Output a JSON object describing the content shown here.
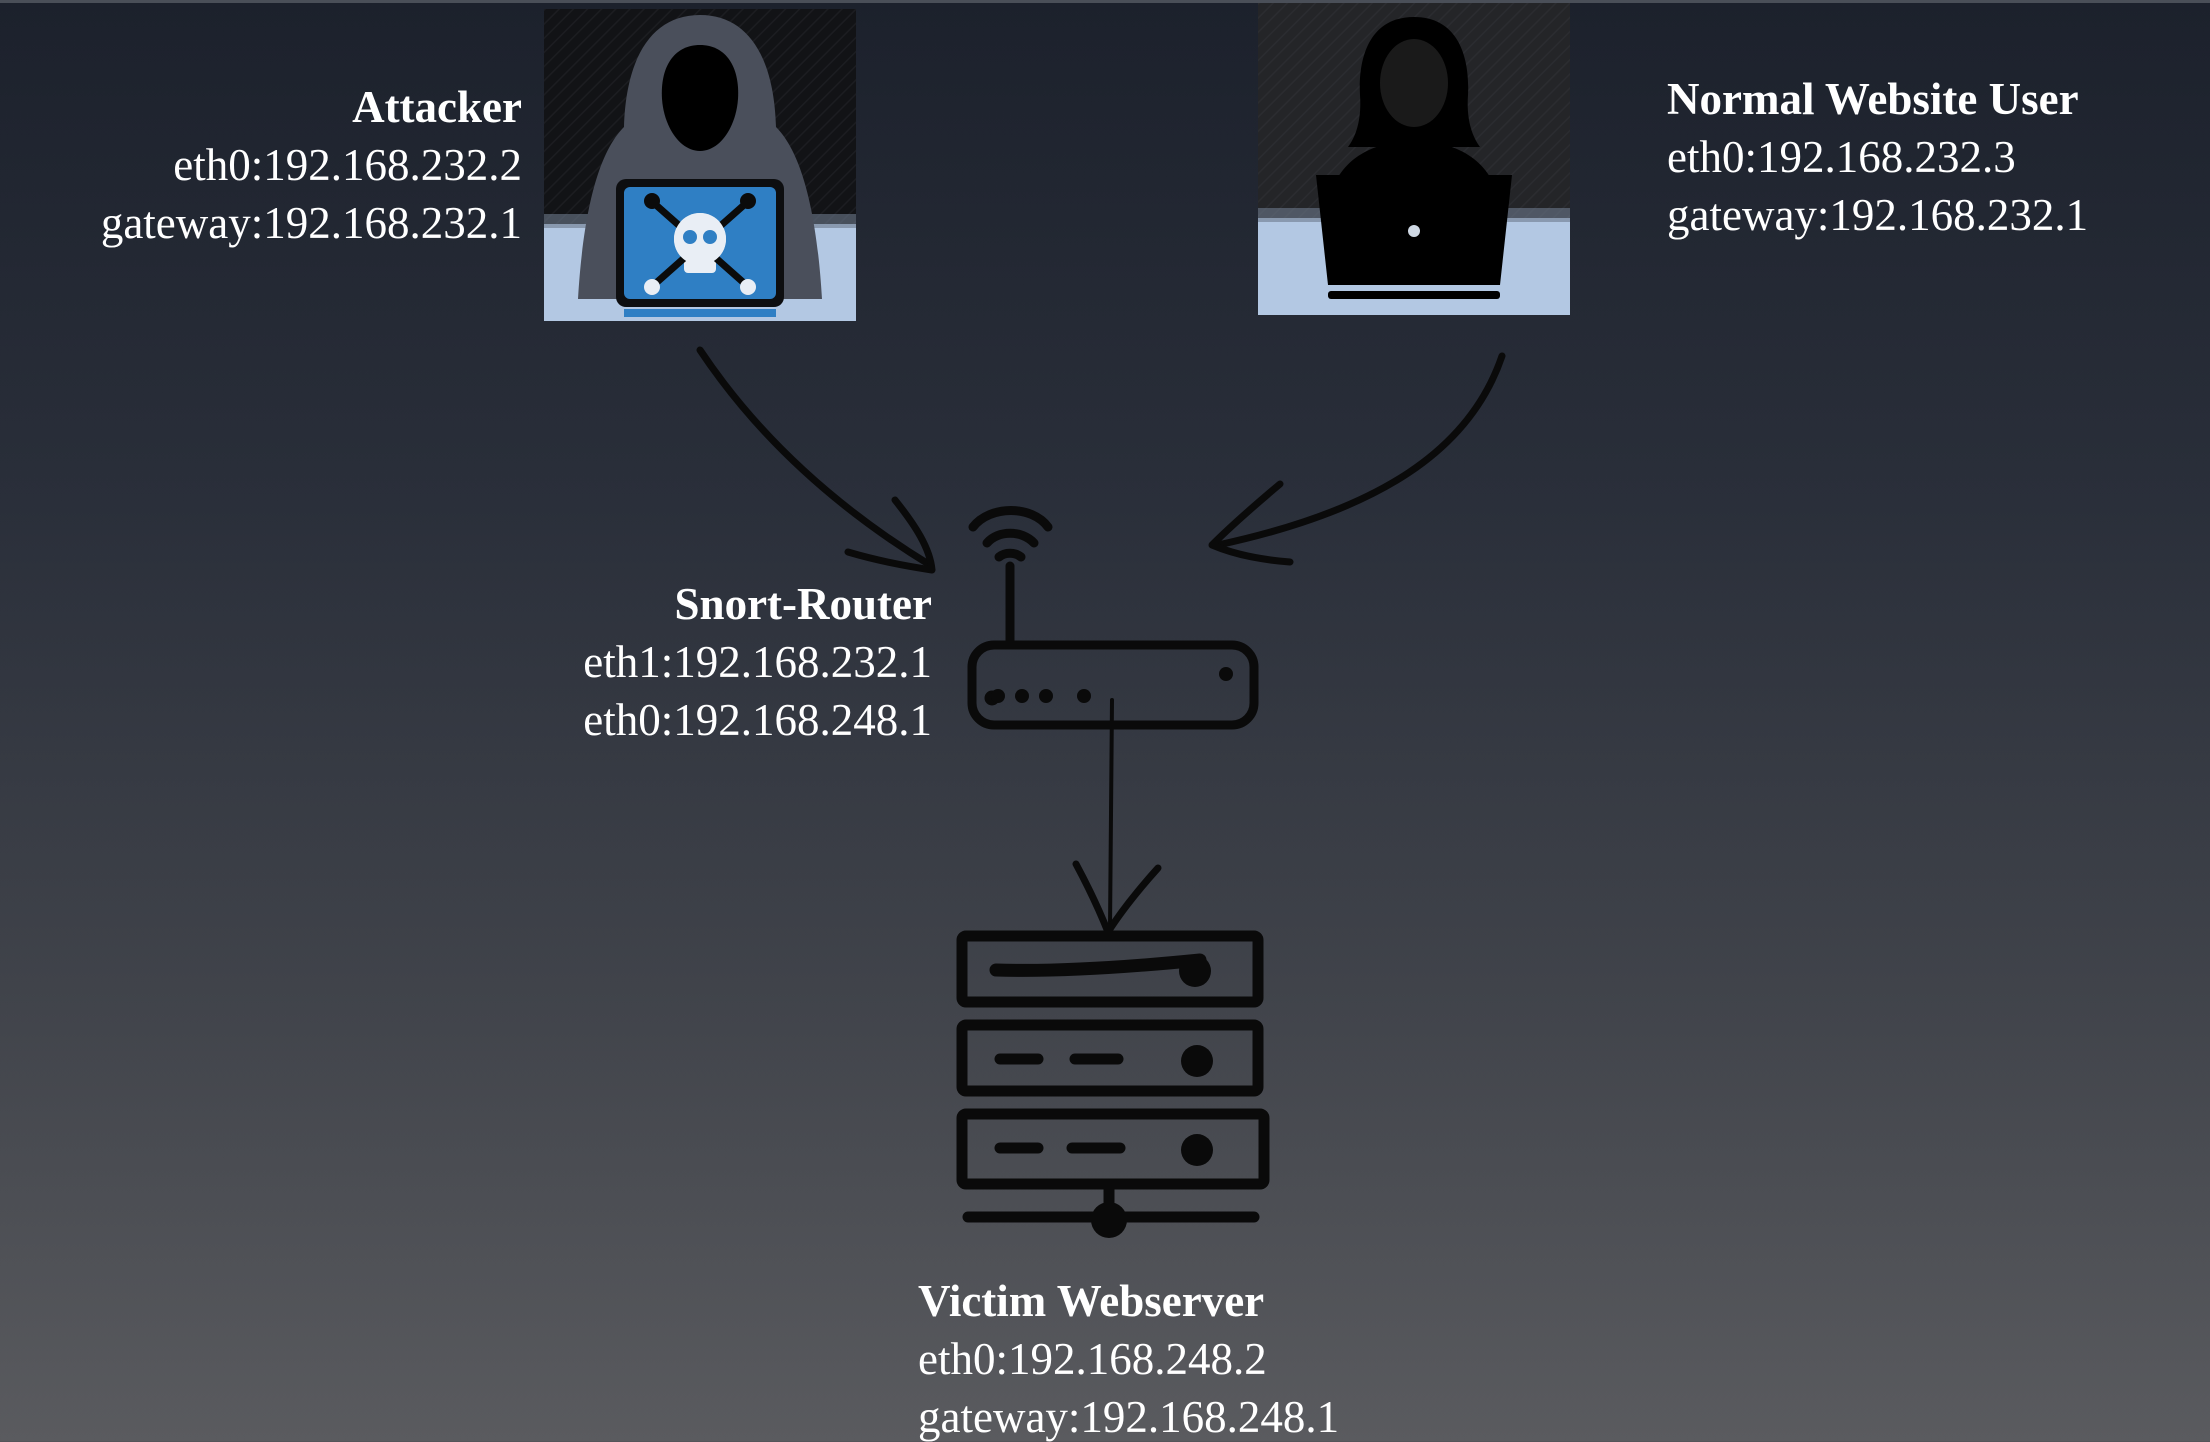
{
  "nodes": {
    "attacker": {
      "title": "Attacker",
      "line1": "eth0:192.168.232.2",
      "line2": "gateway:192.168.232.1"
    },
    "user": {
      "title": "Normal Website User",
      "line1": "eth0:192.168.232.3",
      "line2": "gateway:192.168.232.1"
    },
    "router": {
      "title": "Snort-Router",
      "line1": "eth1:192.168.232.1",
      "line2": "eth0:192.168.248.1"
    },
    "webserver": {
      "title": "Victim Webserver",
      "line1": "eth0:192.168.248.2",
      "line2": "gateway:192.168.248.1"
    }
  },
  "icons": {
    "attacker": "hooded-hacker-icon",
    "user": "laptop-user-icon",
    "router": "wifi-router-icon",
    "webserver": "server-rack-icon"
  },
  "colors": {
    "attacker_screen": "#2f7fc4",
    "tile_floor": "#b3c8e3",
    "stroke": "#0a0a0a"
  }
}
